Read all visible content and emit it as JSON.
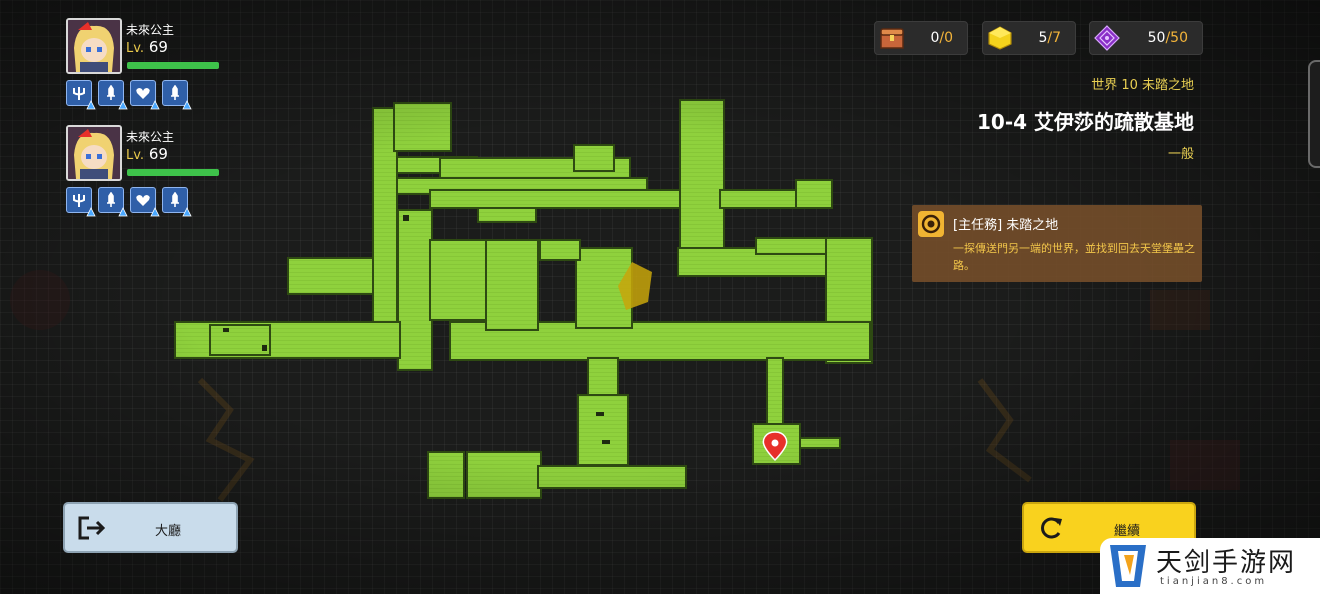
{
  "party": [
    {
      "name": "未來公主",
      "lv_label": "Lv.",
      "level": "69",
      "hp_fraction": 1.0
    },
    {
      "name": "未來公主",
      "lv_label": "Lv.",
      "level": "69",
      "hp_fraction": 1.0
    }
  ],
  "skill_icons": [
    "trident-icon",
    "sword-icon",
    "heart-icon",
    "sword-icon"
  ],
  "resources": [
    {
      "icon": "treasure-chest-icon",
      "current": "0",
      "max": "/0"
    },
    {
      "icon": "gold-cube-icon",
      "current": "5",
      "max": "/7"
    },
    {
      "icon": "purple-crystal-icon",
      "current": "50",
      "max": "/50"
    }
  ],
  "stage": {
    "world": "世界 10 未踏之地",
    "title": "10-4 艾伊莎的疏散基地",
    "difficulty": "一般"
  },
  "quest": {
    "title": "[主任務] 未踏之地",
    "description": "一探傳送門另一端的世界，並找到回去天堂堡壘之路。"
  },
  "buttons": {
    "lobby": "大廳",
    "continue": "繼續"
  },
  "watermark": {
    "text": "天剑手游网",
    "sub": "tianjian8.com"
  },
  "colors": {
    "map_fill": "#8fd13d",
    "map_outline": "#2e4a12",
    "accent_yellow": "#f9d21e",
    "hp_green": "#3ec24a",
    "location_pin": "#e8302a"
  }
}
